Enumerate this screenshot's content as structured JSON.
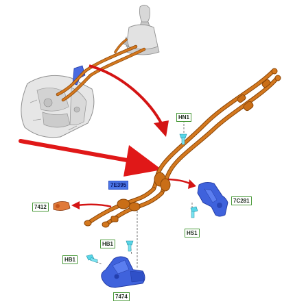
{
  "labels": {
    "hn1": "HN1",
    "hs1": "HS1",
    "c281": "7C281",
    "p7412": "7412",
    "p7e395": "7E395",
    "hb1_upper": "HB1",
    "hb1_lower": "HB1",
    "p7474": "7474"
  },
  "colors": {
    "cable": "#c8701a",
    "cable_dark": "#8a4608",
    "bracket": "#3f62dc",
    "bracket_dark": "#1f37a0",
    "arrow": "#e01818",
    "fastener": "#58d6e8",
    "label_border": "#4a9a3a",
    "highlight_label": "#4b76e8"
  },
  "icons": [
    "gear-shift-knob-icon",
    "transmission-icon",
    "red-arrow-icon",
    "bolt-icon"
  ]
}
